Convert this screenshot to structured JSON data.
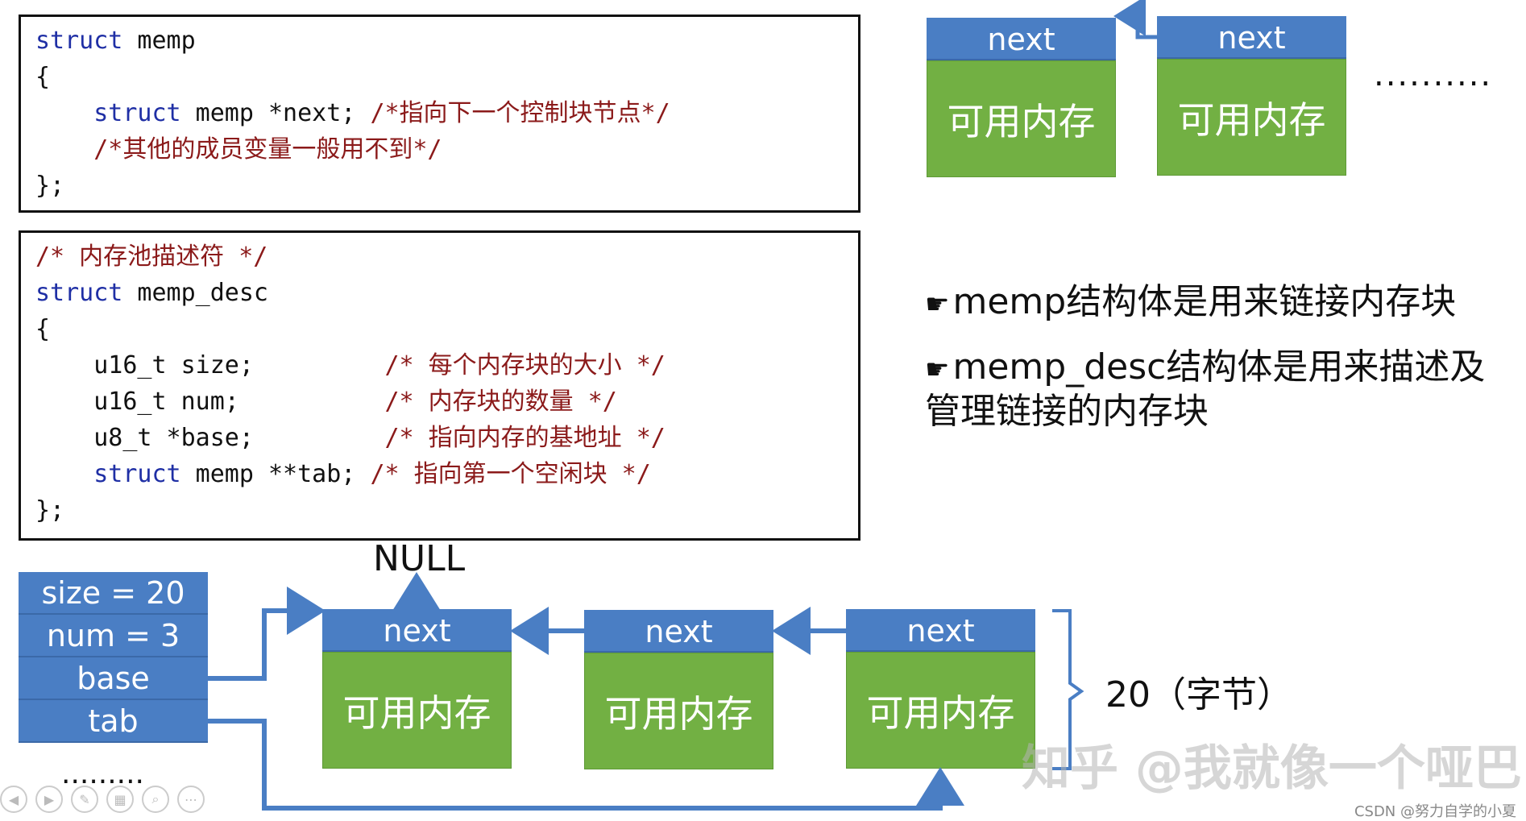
{
  "code1": {
    "l1_kw": "struct",
    "l1_rest": " memp",
    "l2": "{",
    "l3_kw": "struct",
    "l3_rest": " memp *next; ",
    "l3_cm": "/*指向下一个控制块节点*/",
    "l4_cm": "/*其他的成员变量一般用不到*/",
    "l5": "};"
  },
  "code2": {
    "l1_cm": "/* 内存池描述符 */",
    "l2_kw": "struct",
    "l2_rest": " memp_desc",
    "l3": "{",
    "l4_code": "u16_t size;",
    "l4_cm": "/* 每个内存块的大小 */",
    "l5_code": "u16_t num;",
    "l5_cm": "/* 内存块的数量 */",
    "l6_code": "u8_t *base;",
    "l6_cm": "/* 指向内存的基地址 */",
    "l7_kw": "struct",
    "l7_rest": " memp **tab; ",
    "l7_cm": "/* 指向第一个空闲块 */",
    "l8": "};"
  },
  "blocks": {
    "next_label": "next",
    "body_label": "可用内存",
    "top_dots": "..........",
    "bottom_dots": "........."
  },
  "desc": {
    "size": "size = 20",
    "num": "num = 3",
    "base": "base",
    "tab": "tab"
  },
  "null_label": "NULL",
  "bytes_label": "20（字节）",
  "bullets": {
    "b1": "memp结构体是用来链接内存块",
    "b2": "memp_desc结构体是用来描述及管理链接的内存块"
  },
  "watermark": "知乎 @我就像一个哑巴",
  "csdn": "CSDN @努力自学的小夏",
  "colors": {
    "header": "#4a7ec4",
    "body": "#72b043",
    "arrow": "#4a7ec4",
    "keyword": "#1f2fa5",
    "comment": "#8b1a1a"
  }
}
